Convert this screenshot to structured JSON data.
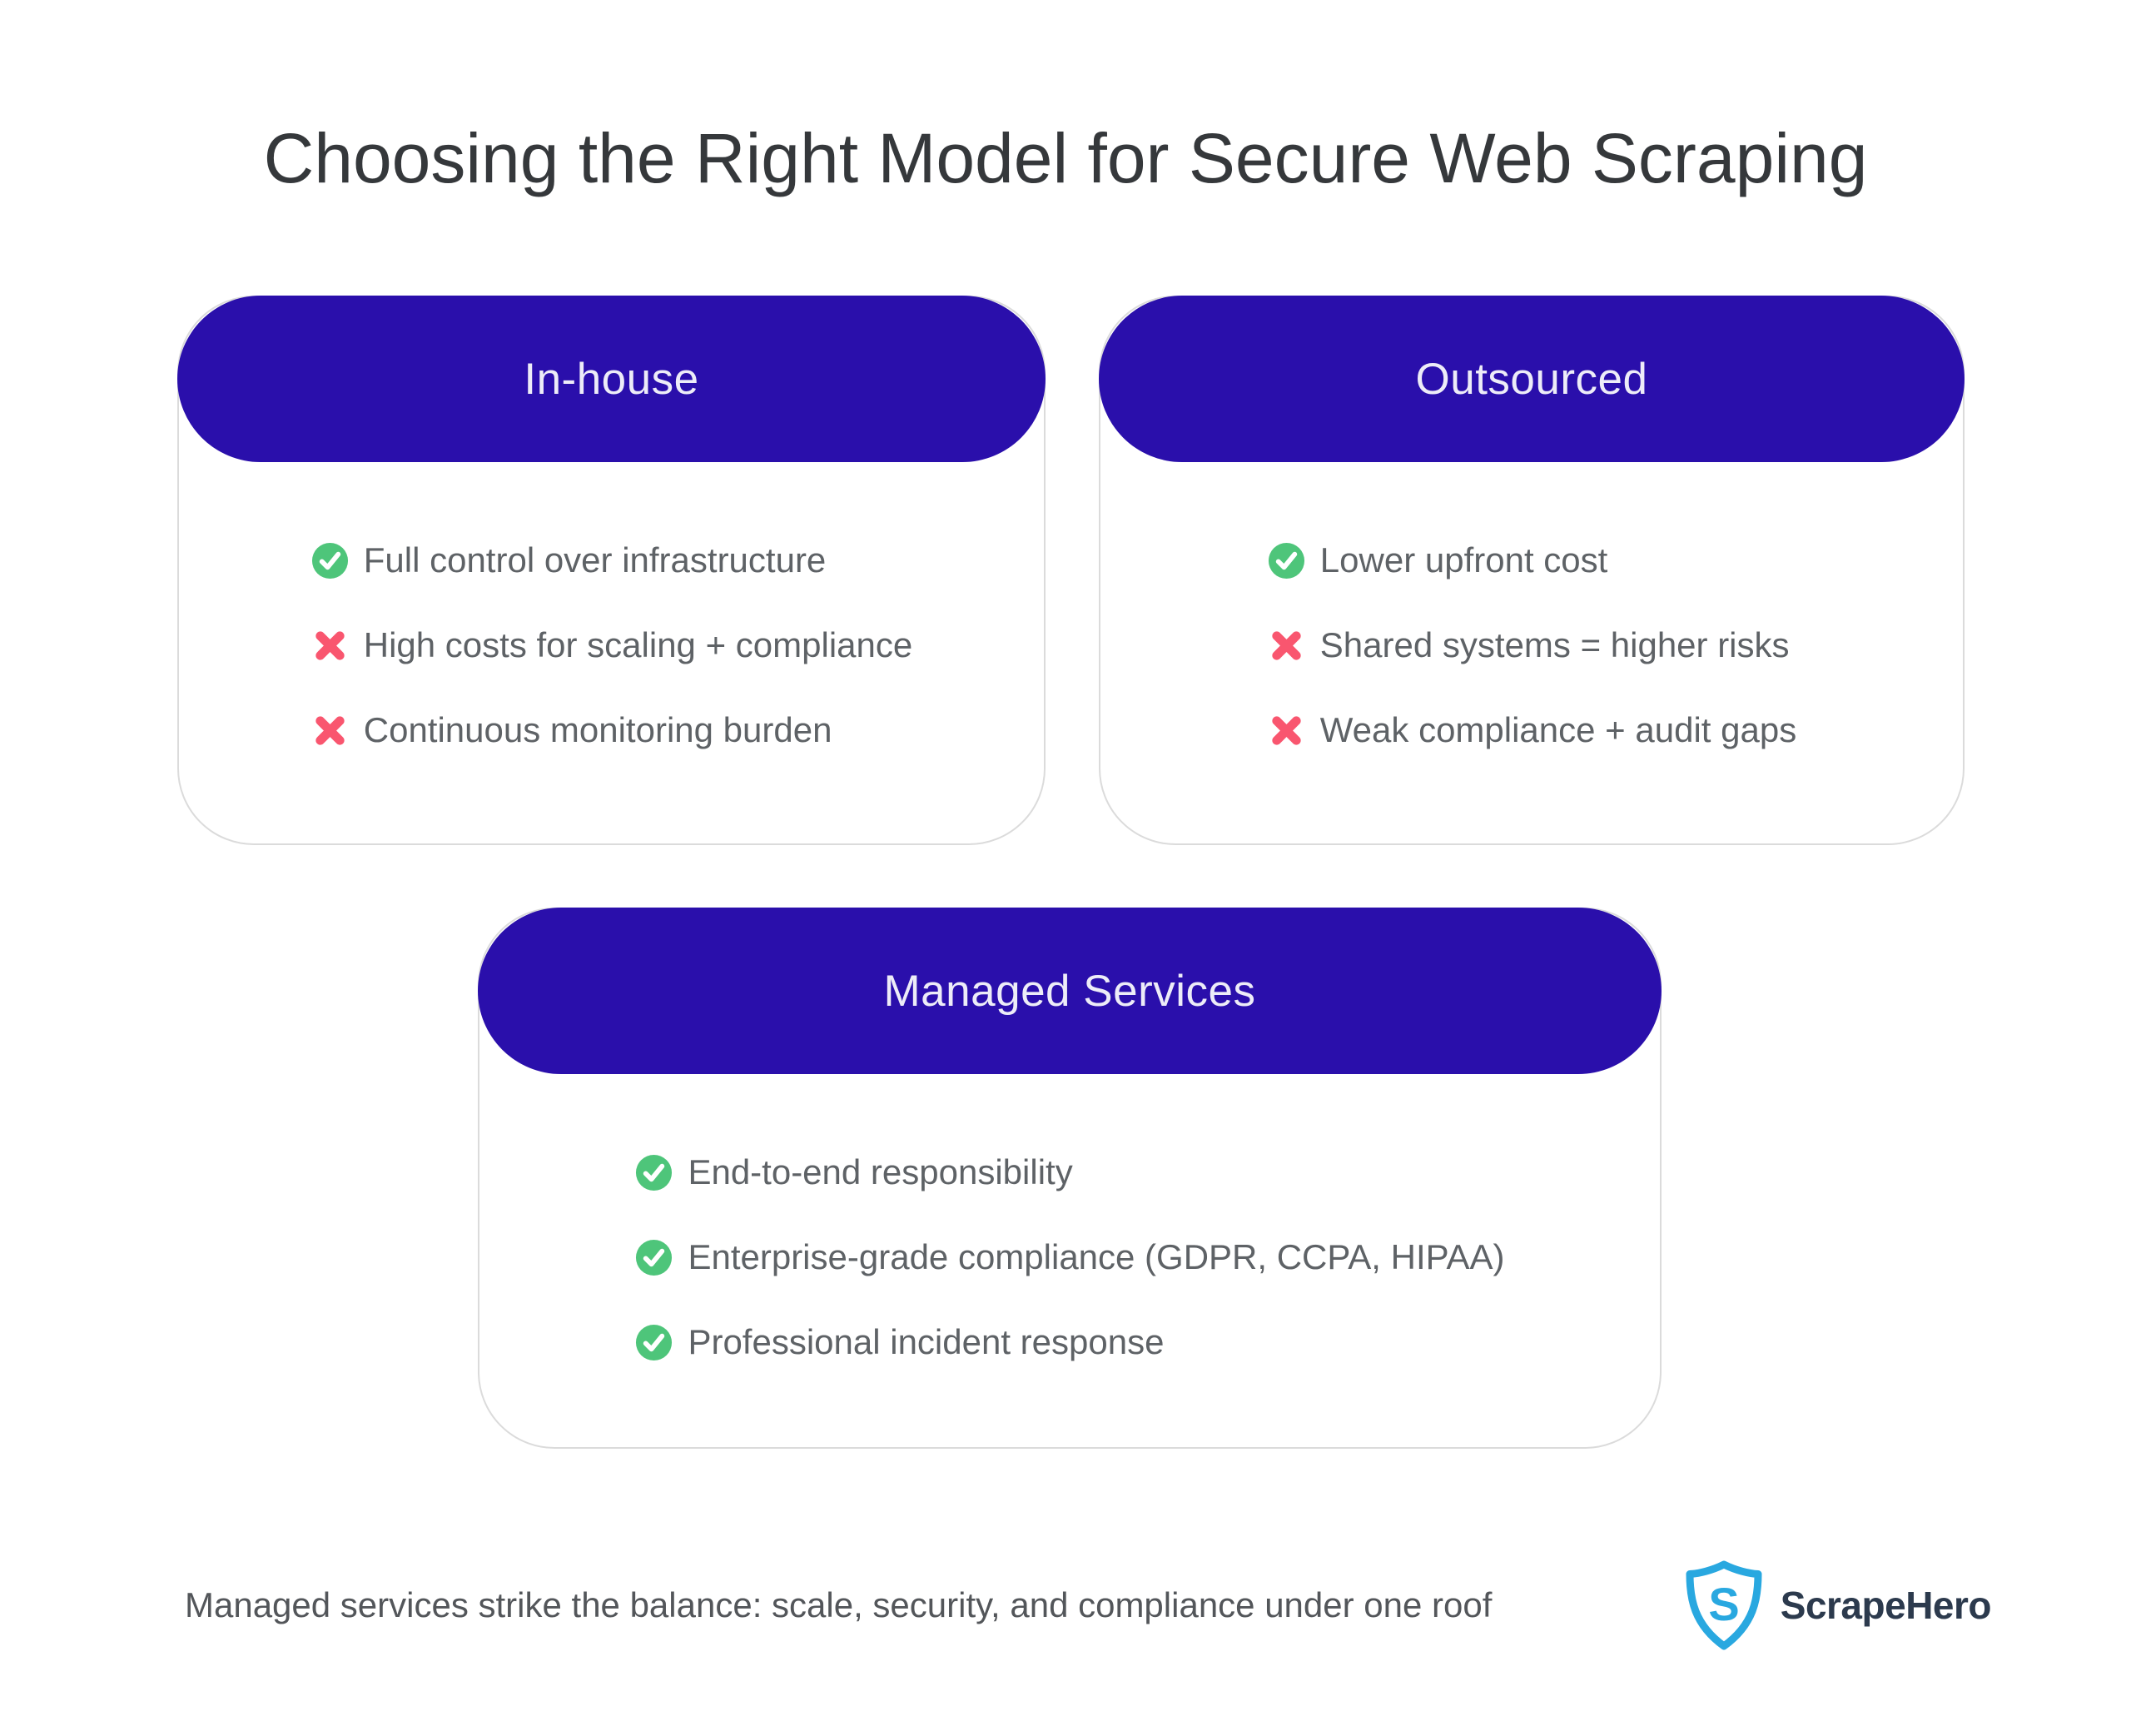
{
  "page": {
    "title": "Choosing the Right Model for Secure Web Scraping",
    "footer_note": "Managed services strike the balance: scale, security, and compliance under one roof"
  },
  "brand": {
    "name": "ScrapeHero",
    "logo_icon": "shield-s-icon",
    "logo_letter": "S"
  },
  "colors": {
    "header_pill": "#2A0FAB",
    "pill_text": "#EDECF8",
    "card_border": "#DBDBDB",
    "title_text": "#35383B",
    "item_text": "#5E6266",
    "check_green": "#4EC57A",
    "cross_pink": "#F9566F",
    "brand_blue": "#29A8E0",
    "brand_navy": "#2C3A4D",
    "background": "#FFFFFF"
  },
  "cards": [
    {
      "title": "In-house",
      "items": [
        {
          "icon": "check",
          "text": "Full control over infrastructure"
        },
        {
          "icon": "cross",
          "text": "High costs for scaling + compliance"
        },
        {
          "icon": "cross",
          "text": "Continuous monitoring burden"
        }
      ]
    },
    {
      "title": "Outsourced",
      "items": [
        {
          "icon": "check",
          "text": "Lower upfront cost"
        },
        {
          "icon": "cross",
          "text": "Shared systems = higher risks"
        },
        {
          "icon": "cross",
          "text": "Weak compliance + audit gaps"
        }
      ]
    },
    {
      "title": "Managed Services",
      "items": [
        {
          "icon": "check",
          "text": "End-to-end responsibility"
        },
        {
          "icon": "check",
          "text": "Enterprise-grade compliance (GDPR, CCPA, HIPAA)"
        },
        {
          "icon": "check",
          "text": "Professional incident response"
        }
      ]
    }
  ]
}
